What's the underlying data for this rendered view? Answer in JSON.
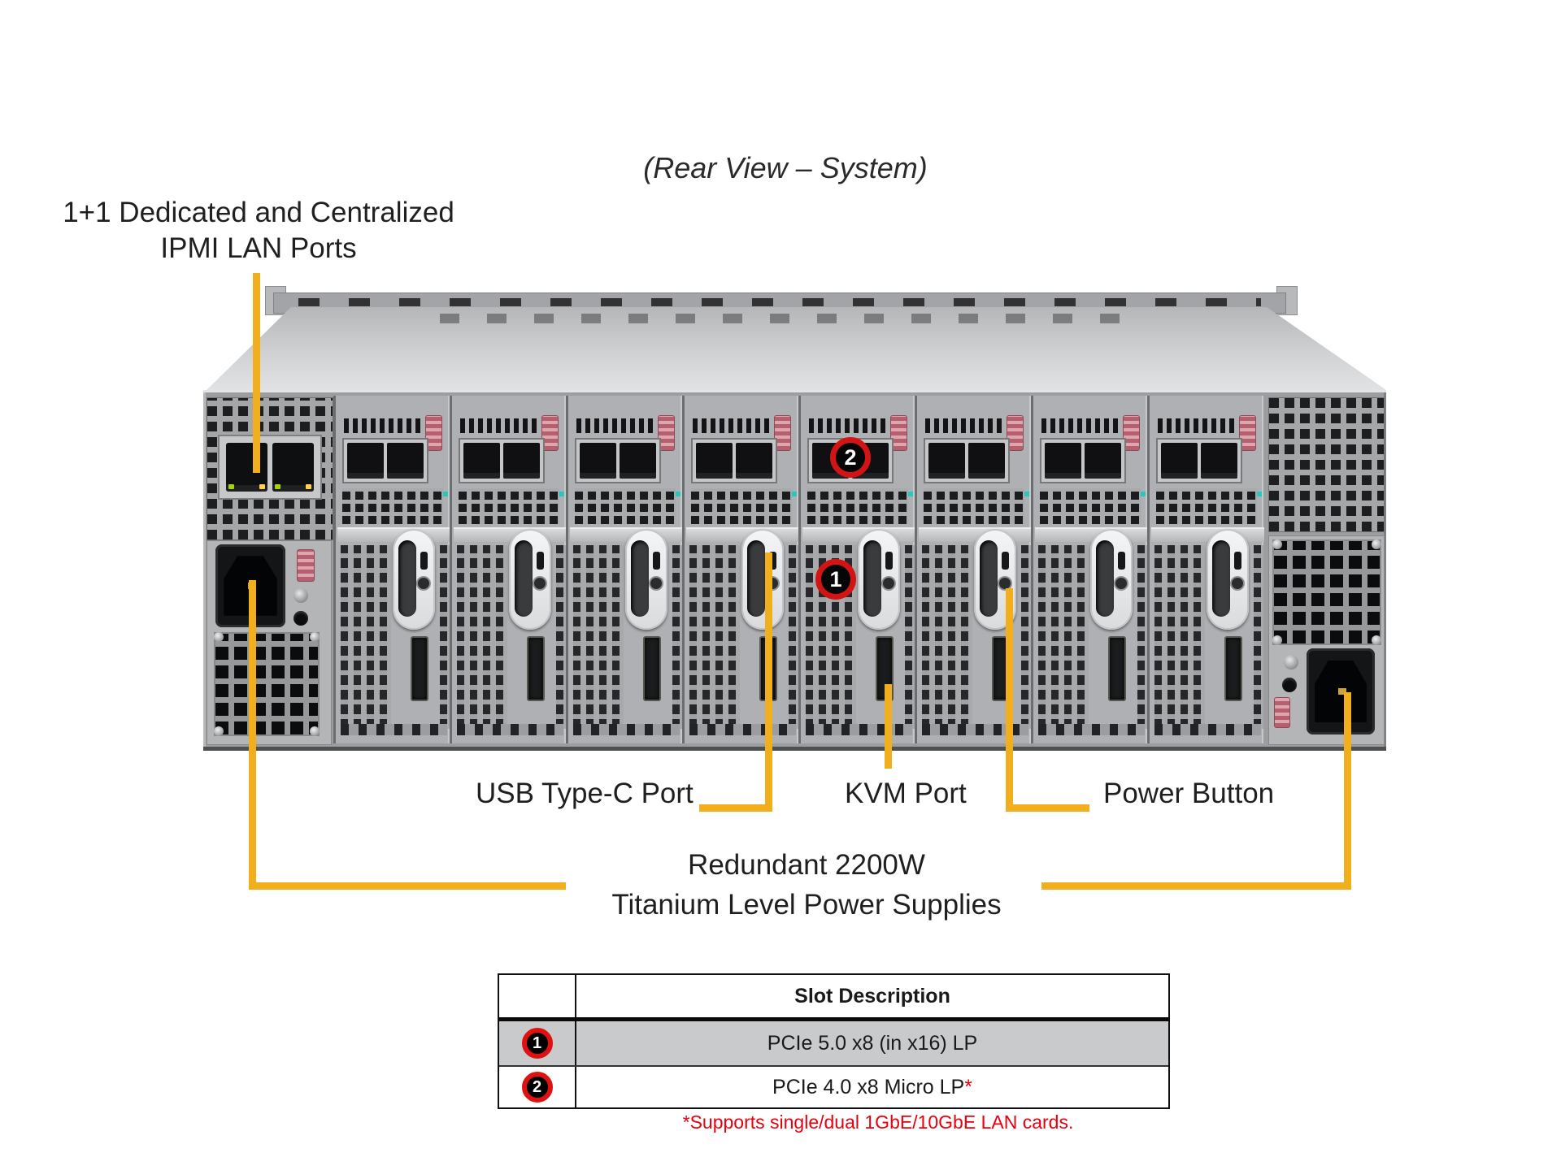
{
  "title": "(Rear View – System)",
  "labels": {
    "ipmi_line1": "1+1 Dedicated and Centralized",
    "ipmi_line2": "IPMI LAN Ports",
    "usb": "USB Type-C Port",
    "kvm": "KVM Port",
    "power": "Power Button",
    "psu_line1": "Redundant 2200W",
    "psu_line2": "Titanium Level Power Supplies"
  },
  "markers": {
    "slot1": "1",
    "slot2": "2"
  },
  "table": {
    "header": "Slot Description",
    "rows": [
      {
        "marker": "1",
        "description": "PCIe 5.0 x8 (in x16) LP",
        "note_mark": ""
      },
      {
        "marker": "2",
        "description": "PCIe 4.0 x8 Micro LP",
        "note_mark": "*"
      }
    ]
  },
  "footnote": "*Supports single/dual 1GbE/10GbE LAN cards.",
  "colors": {
    "callout_yellow": "#F2AF1D",
    "marker_red": "#D21414",
    "footnote_red": "#E8000D",
    "table_row_gray": "#C9CACB"
  }
}
